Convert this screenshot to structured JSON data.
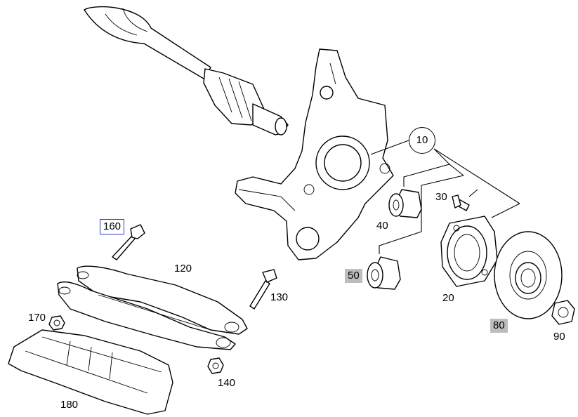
{
  "diagram": {
    "group_callout": "10",
    "callouts": {
      "p20": "20",
      "p30": "30",
      "p40": "40",
      "p50": "50",
      "p80": "80",
      "p90": "90",
      "p120": "120",
      "p130": "130",
      "p140": "140",
      "p160": "160",
      "p170": "170",
      "p180": "180"
    },
    "highlighted": [
      "160"
    ],
    "shaded": [
      "50",
      "80"
    ],
    "colors": {
      "line": "#000000",
      "highlight_border": "#1f3fd1",
      "shade": "#bdbdbd",
      "background": "#ffffff"
    }
  }
}
